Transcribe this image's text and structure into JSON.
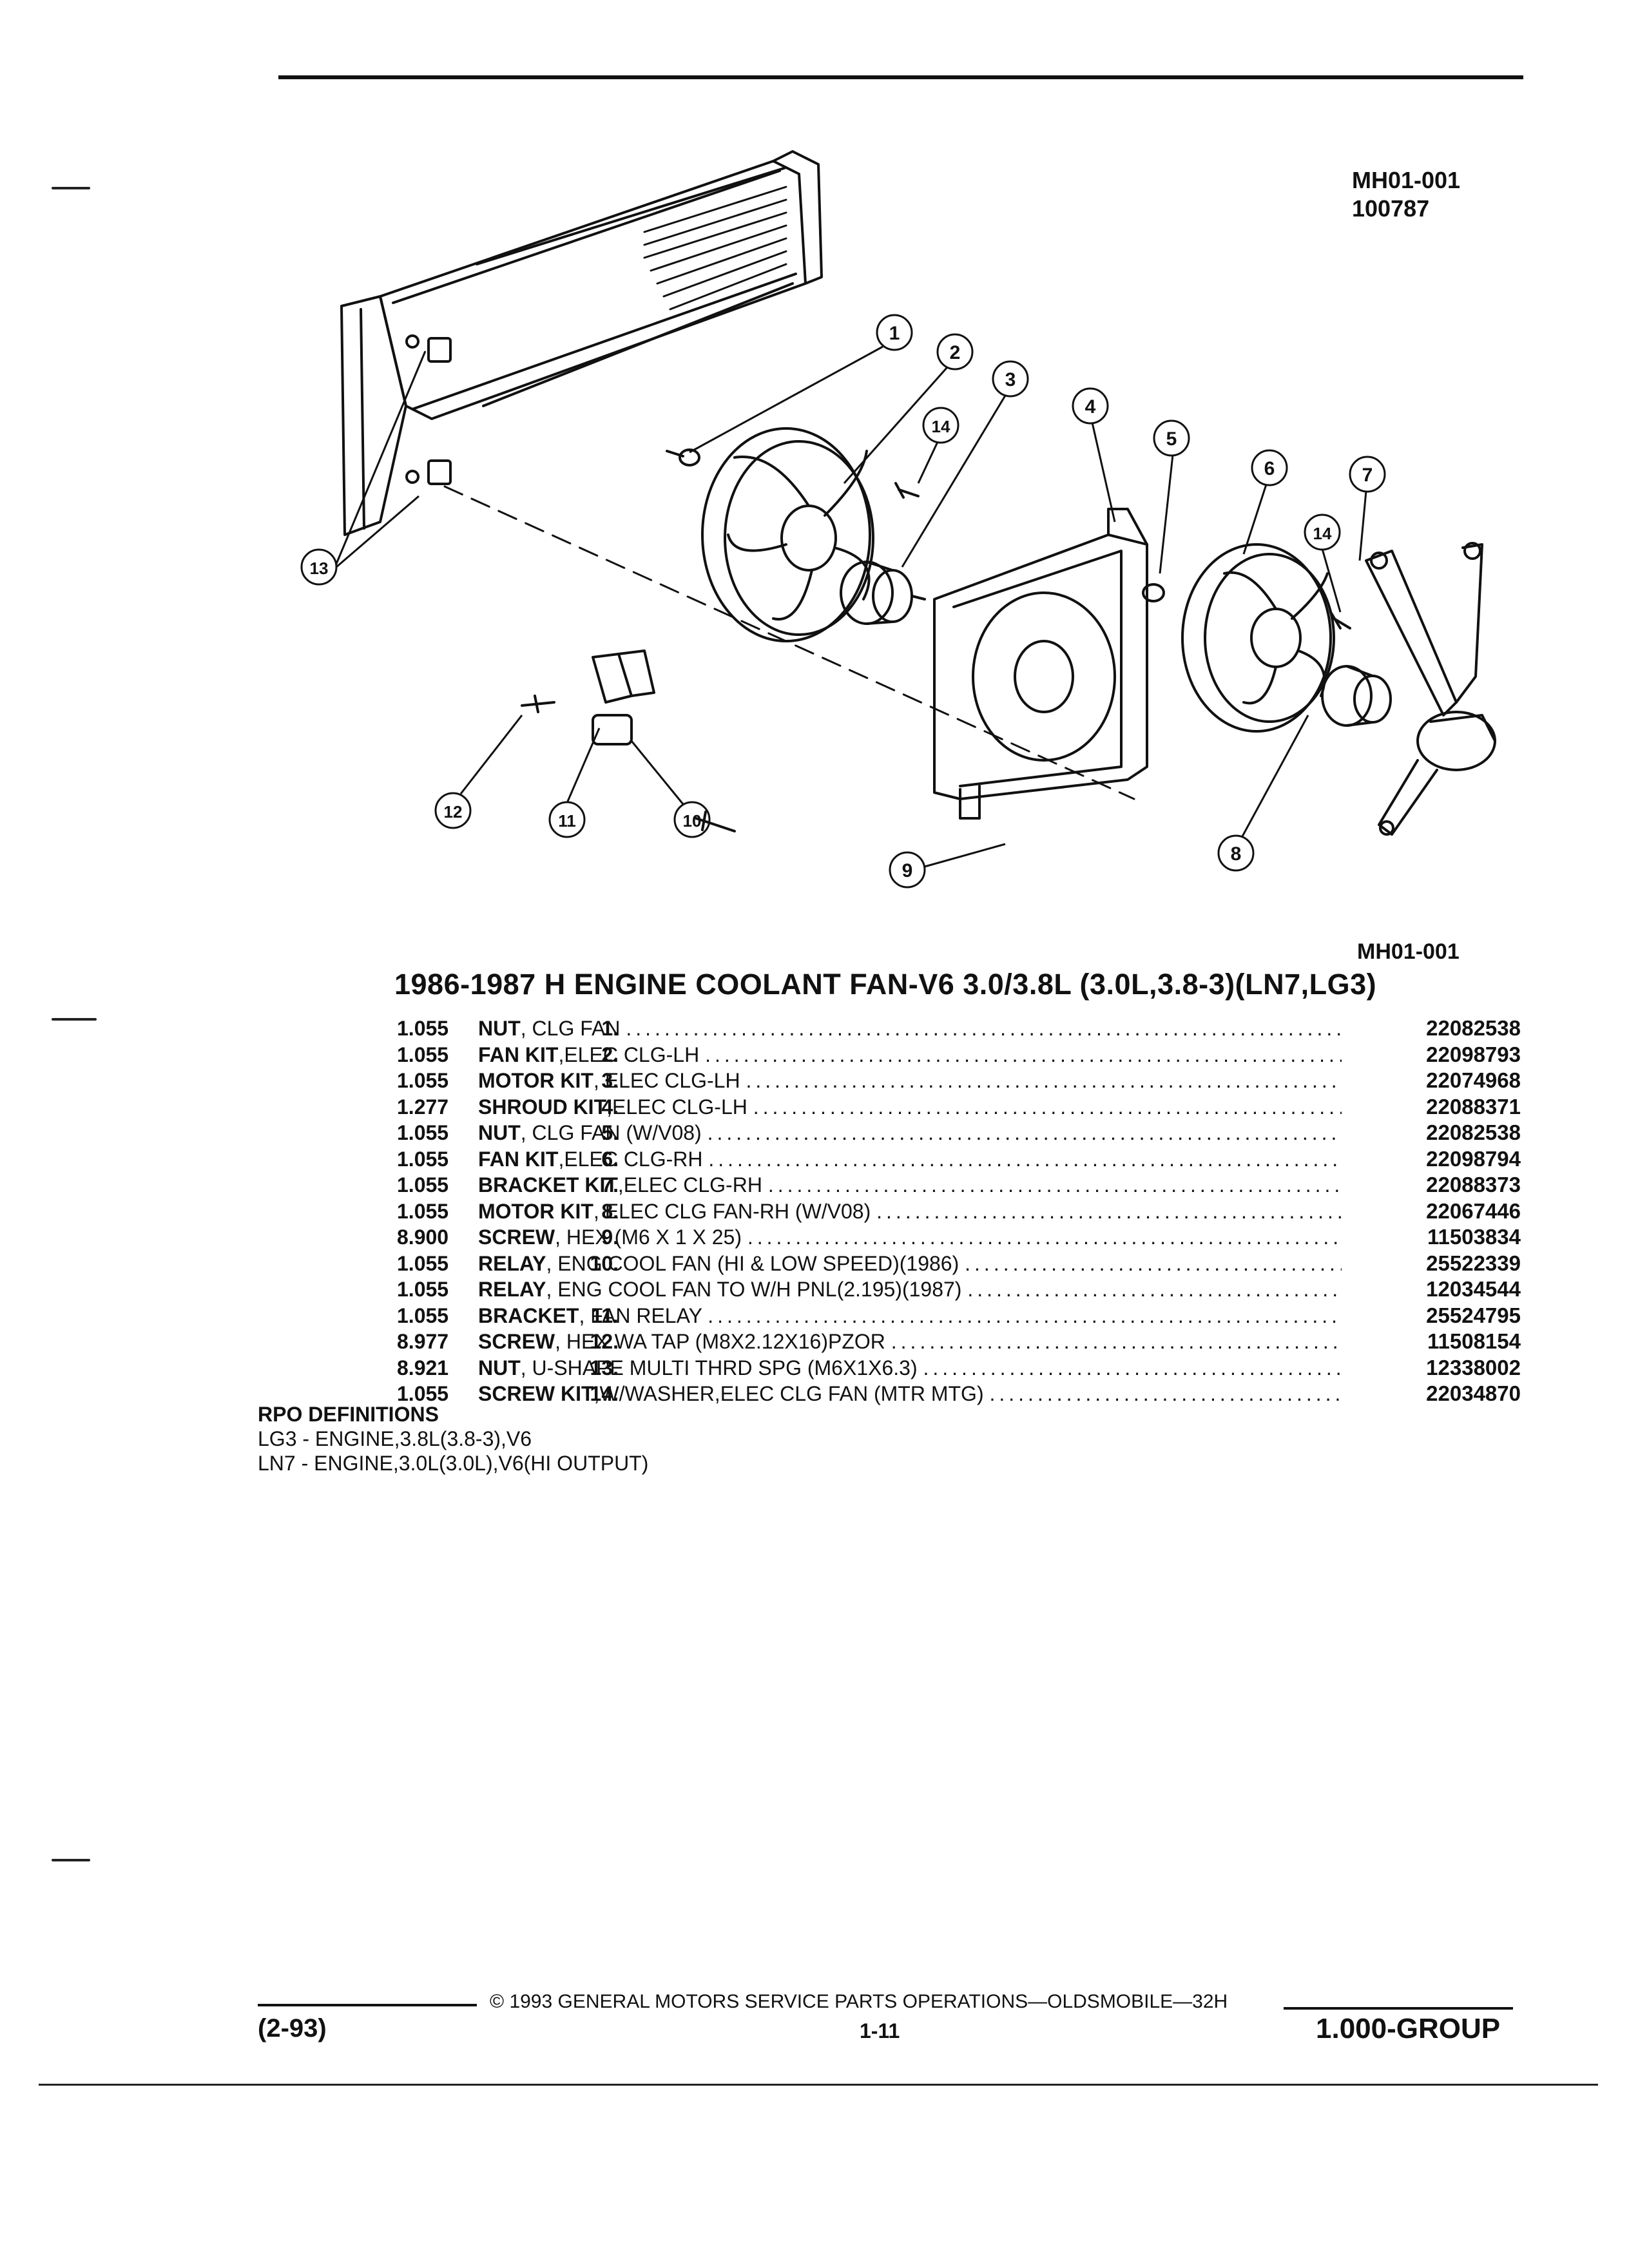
{
  "header": {
    "ref_code": "MH01-001",
    "ref_number": "100787",
    "figure_ref": "MH01-001"
  },
  "diagram": {
    "callouts": [
      "1",
      "2",
      "3",
      "14",
      "4",
      "5",
      "6",
      "14",
      "7",
      "13",
      "12",
      "11",
      "10",
      "9",
      "8"
    ]
  },
  "section_title": "1986-1987 H ENGINE COOLANT FAN-V6 3.0/3.8L (3.0L,3.8-3)(LN7,LG3)",
  "parts": [
    {
      "num": "1.",
      "qty": "1.055",
      "name": "NUT",
      "detail": ", CLG FAN",
      "part": "22082538"
    },
    {
      "num": "2.",
      "qty": "1.055",
      "name": "FAN KIT",
      "detail": ",ELEC CLG-LH",
      "part": "22098793"
    },
    {
      "num": "3.",
      "qty": "1.055",
      "name": "MOTOR KIT",
      "detail": ", ELEC CLG-LH",
      "part": "22074968"
    },
    {
      "num": "4.",
      "qty": "1.277",
      "name": "SHROUD KIT",
      "detail": ",ELEC CLG-LH",
      "part": "22088371"
    },
    {
      "num": "5.",
      "qty": "1.055",
      "name": "NUT",
      "detail": ", CLG FAN (W/V08)",
      "part": "22082538"
    },
    {
      "num": "6.",
      "qty": "1.055",
      "name": "FAN KIT",
      "detail": ",ELEC CLG-RH",
      "part": "22098794"
    },
    {
      "num": "7.",
      "qty": "1.055",
      "name": "BRACKET KIT",
      "detail": ",ELEC CLG-RH",
      "part": "22088373"
    },
    {
      "num": "8.",
      "qty": "1.055",
      "name": "MOTOR KIT",
      "detail": ", ELEC CLG FAN-RH (W/V08)",
      "part": "22067446"
    },
    {
      "num": "9.",
      "qty": "8.900",
      "name": "SCREW",
      "detail": ", HEX (M6 X 1 X 25)",
      "part": "11503834"
    },
    {
      "num": "10.",
      "qty": "1.055",
      "name": "RELAY",
      "detail": ", ENG COOL FAN (HI & LOW SPEED)(1986)",
      "part": "25522339"
    },
    {
      "num": "",
      "qty": "1.055",
      "name": "RELAY",
      "detail": ", ENG COOL FAN TO W/H PNL(2.195)(1987)",
      "part": "12034544"
    },
    {
      "num": "11.",
      "qty": "1.055",
      "name": "BRACKET",
      "detail": ", FAN RELAY",
      "part": "25524795"
    },
    {
      "num": "12.",
      "qty": "8.977",
      "name": "SCREW",
      "detail": ", HEX WA TAP (M8X2.12X16)PZOR",
      "part": "11508154"
    },
    {
      "num": "13.",
      "qty": "8.921",
      "name": "NUT",
      "detail": ", U-SHAPE MULTI THRD SPG (M6X1X6.3)",
      "part": "12338002"
    },
    {
      "num": "14.",
      "qty": "1.055",
      "name": "SCREW KIT",
      "detail": ",W/WASHER,ELEC CLG FAN (MTR MTG)",
      "part": "22034870"
    }
  ],
  "rpo": {
    "heading": "RPO DEFINITIONS",
    "lines": [
      "LG3 - ENGINE,3.8L(3.8-3),V6",
      "LN7 - ENGINE,3.0L(3.0L),V6(HI OUTPUT)"
    ]
  },
  "footer": {
    "date": "(2-93)",
    "copyright": "© 1993 GENERAL MOTORS SERVICE PARTS OPERATIONS—OLDSMOBILE—32H",
    "page": "1-11",
    "group": "1.000-GROUP"
  }
}
